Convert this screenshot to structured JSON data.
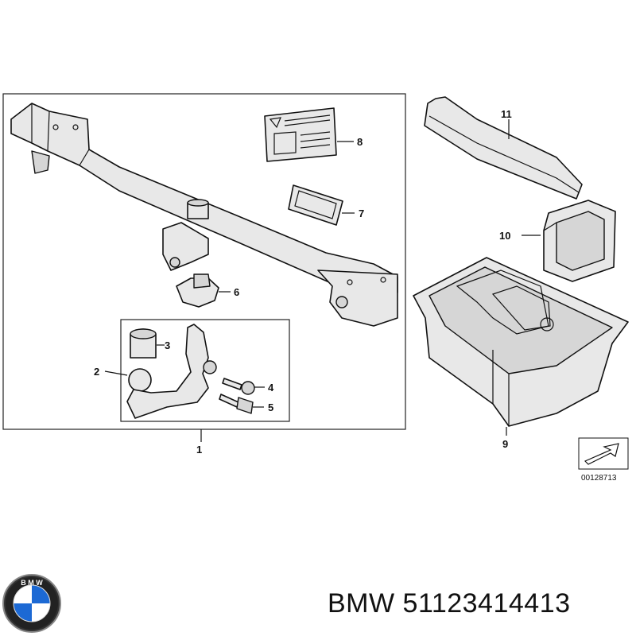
{
  "diagram": {
    "callouts": [
      "1",
      "2",
      "3",
      "4",
      "5",
      "6",
      "7",
      "8",
      "9",
      "10",
      "11"
    ],
    "reference_code": "00128713"
  },
  "brand": {
    "logo_letters": "BMW",
    "logo_colors": {
      "blue": "#1c69d4",
      "white": "#ffffff",
      "ring": "#222222"
    }
  },
  "caption": "BMW 51123414413"
}
